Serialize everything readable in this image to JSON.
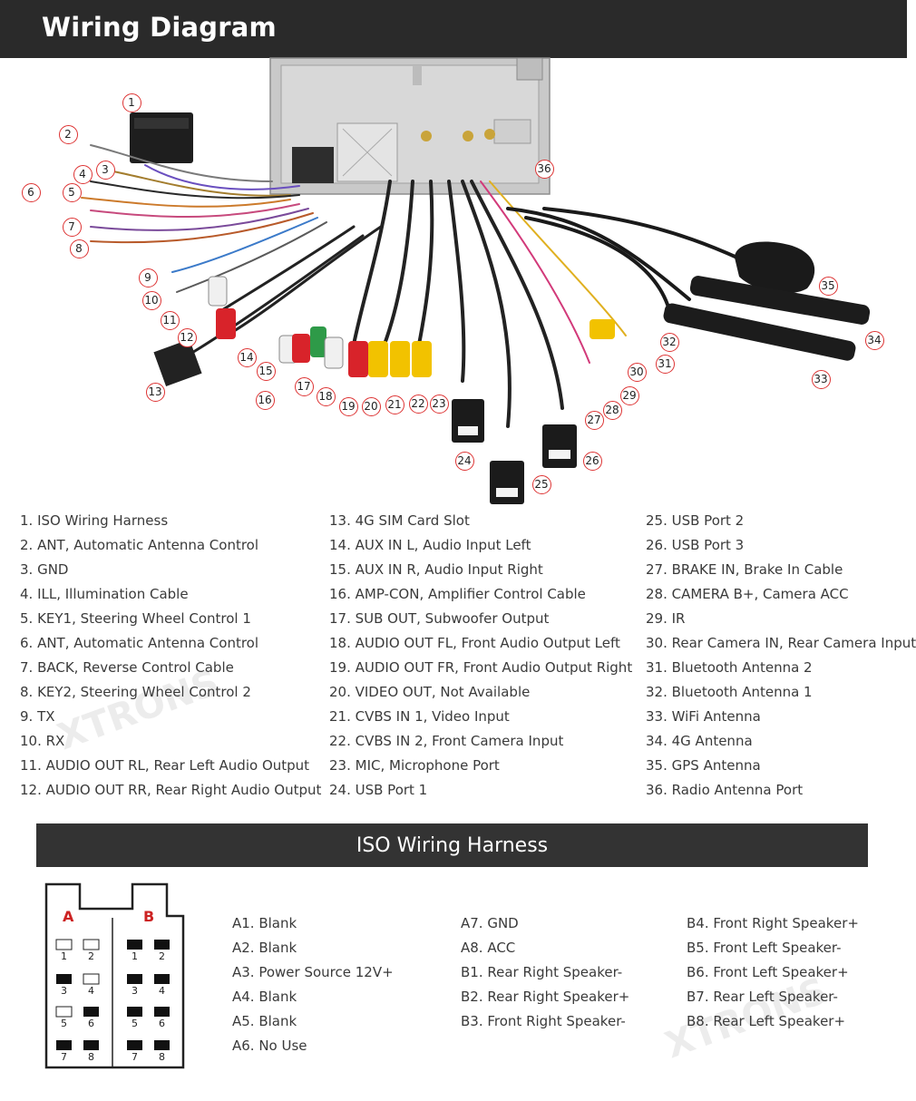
{
  "header": {
    "title": "Wiring Diagram"
  },
  "callouts": [
    "1",
    "2",
    "3",
    "4",
    "5",
    "6",
    "7",
    "8",
    "9",
    "10",
    "11",
    "12",
    "13",
    "14",
    "15",
    "16",
    "17",
    "18",
    "19",
    "20",
    "21",
    "22",
    "23",
    "24",
    "25",
    "26",
    "27",
    "28",
    "29",
    "30",
    "31",
    "32",
    "33",
    "34",
    "35",
    "36"
  ],
  "legend": {
    "col1": [
      "1. ISO Wiring Harness",
      "2. ANT, Automatic Antenna Control",
      "3. GND",
      "4. ILL, Illumination Cable",
      "5. KEY1, Steering Wheel Control 1",
      "6. ANT, Automatic Antenna Control",
      "7. BACK, Reverse Control Cable",
      "8. KEY2, Steering Wheel Control 2",
      "9. TX",
      "10. RX",
      "11. AUDIO OUT RL, Rear Left Audio Output",
      "12. AUDIO OUT RR, Rear Right Audio Output"
    ],
    "col2": [
      "13. 4G SIM Card Slot",
      "14. AUX IN L, Audio Input Left",
      "15. AUX IN R, Audio Input Right",
      "16. AMP-CON, Amplifier Control Cable",
      "17. SUB OUT, Subwoofer Output",
      "18. AUDIO OUT FL, Front Audio Output Left",
      "19. AUDIO OUT FR, Front Audio Output Right",
      "20. VIDEO OUT, Not Available",
      "21. CVBS IN 1, Video Input",
      "22. CVBS IN 2, Front Camera Input",
      "23. MIC, Microphone Port",
      "24. USB Port 1"
    ],
    "col3": [
      "25. USB Port 2",
      "26. USB Port 3",
      "27. BRAKE IN, Brake In Cable",
      "28. CAMERA B+, Camera ACC",
      "29. IR",
      "30. Rear Camera IN, Rear Camera Input",
      "31. Bluetooth Antenna 2",
      "32. Bluetooth Antenna 1",
      "33. WiFi Antenna",
      "34. 4G Antenna",
      "35. GPS Antenna",
      "36. Radio Antenna Port"
    ]
  },
  "iso": {
    "title": "ISO Wiring Harness",
    "block_a": "A",
    "block_b": "B",
    "pins": [
      "1",
      "2",
      "3",
      "4",
      "5",
      "6",
      "7",
      "8"
    ],
    "col1": [
      "A1. Blank",
      "A2. Blank",
      "A3. Power Source 12V+",
      "A4. Blank",
      "A5. Blank",
      "A6. No Use"
    ],
    "col2": [
      "A7. GND",
      "A8. ACC",
      "B1. Rear Right Speaker-",
      "B2. Rear Right Speaker+",
      "B3. Front Right Speaker-"
    ],
    "col3": [
      "B4. Front Right Speaker+",
      "B5. Front Left Speaker-",
      "B6. Front Left Speaker+",
      "B7. Rear Left Speaker-",
      "B8. Rear Left Speaker+"
    ]
  },
  "colors": {
    "header_bg": "#2a2a2a",
    "banner_bg": "#333333",
    "callout_ring": "#dd3333",
    "block_label": "#cc2222",
    "rca_red": "#d8232a",
    "rca_yellow": "#f2c200",
    "rca_white": "#f0f0f0",
    "rca_green": "#2e9a48"
  }
}
